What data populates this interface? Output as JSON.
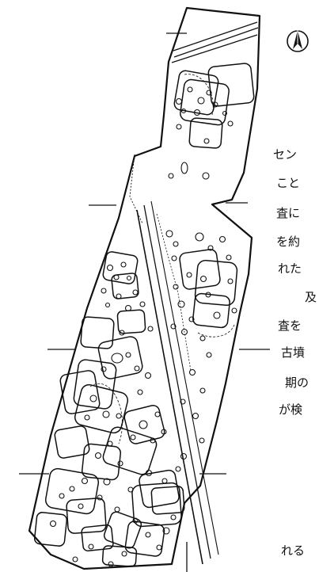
{
  "text_fragments": [
    {
      "id": "frag-1",
      "text": "セン"
    },
    {
      "id": "frag-2",
      "text": "こと"
    },
    {
      "id": "frag-3",
      "text": "査に"
    },
    {
      "id": "frag-4",
      "text": "を約"
    },
    {
      "id": "frag-5",
      "text": "れた"
    },
    {
      "id": "frag-6",
      "text": "及"
    },
    {
      "id": "frag-7",
      "text": "査を"
    },
    {
      "id": "frag-8",
      "text": "古墳"
    },
    {
      "id": "frag-9",
      "text": "期の"
    },
    {
      "id": "frag-10",
      "text": "が検"
    },
    {
      "id": "frag-11",
      "text": "れる"
    }
  ],
  "map": {
    "north_symbol": "north-arrow-icon",
    "line_color": "#111111",
    "background_color": "#ffffff"
  }
}
